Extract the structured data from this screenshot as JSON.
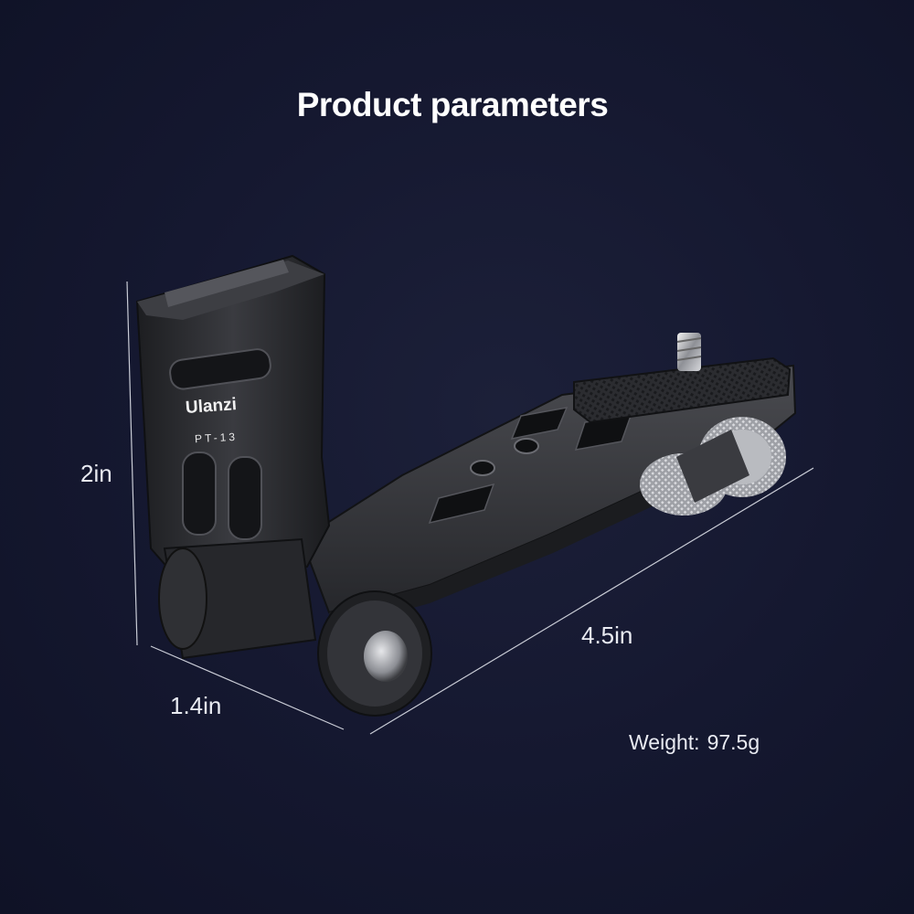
{
  "title": "Product parameters",
  "dimensions": {
    "height": "2in",
    "depth": "1.4in",
    "width": "4.5in"
  },
  "weight": {
    "label": "Weight:",
    "value": "97.5g"
  },
  "product": {
    "brand": "Ulanzi",
    "model": "PT-13"
  },
  "colors": {
    "background": "#12152b",
    "text": "#ffffff",
    "metal": "#2f3034"
  }
}
